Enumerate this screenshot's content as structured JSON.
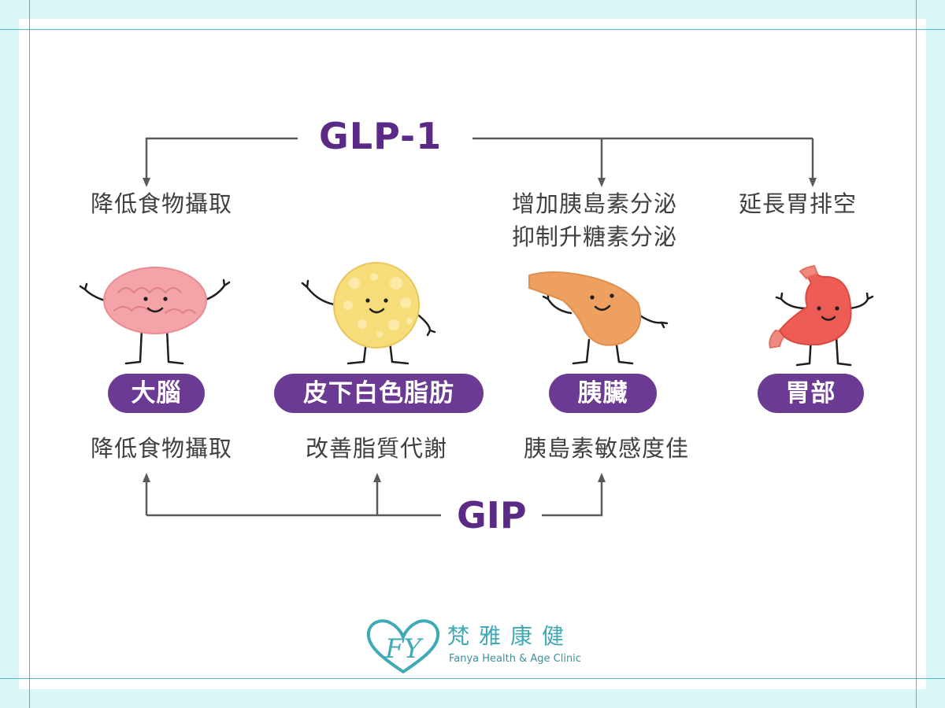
{
  "colors": {
    "background": "#d9f7f7",
    "panel": "#ffffff",
    "guide_line": "#4fb9b9",
    "connector": "#5a5a5a",
    "hormone_text": "#5b2a86",
    "pill": "#6b3a92",
    "effect_text": "#3f3f3f",
    "brain": "#f4a3a8",
    "fat": "#f7dd7a",
    "pancreas": "#eda05f",
    "stomach": "#ee5d55",
    "logo": "#3fa9b5"
  },
  "glp1": {
    "title": "GLP-1",
    "effects": {
      "brain": "降低食物攝取",
      "pancreas_line1": "增加胰島素分泌",
      "pancreas_line2": "抑制升糖素分泌",
      "stomach": "延長胃排空"
    }
  },
  "organs": {
    "brain": {
      "label": "大腦",
      "icon": "brain-icon"
    },
    "fat": {
      "label": "皮下白色脂肪",
      "icon": "fat-cell-icon"
    },
    "pancreas": {
      "label": "胰臟",
      "icon": "pancreas-icon"
    },
    "stomach": {
      "label": "胃部",
      "icon": "stomach-icon"
    }
  },
  "gip": {
    "title": "GIP",
    "effects": {
      "brain": "降低食物攝取",
      "fat": "改善脂質代謝",
      "pancreas": "胰島素敏感度佳"
    }
  },
  "brand": {
    "logo_letters": "FY",
    "name_zh": "梵雅康健",
    "name_en": "Fanya Health & Age Clinic",
    "icon": "heart-logo-icon"
  }
}
